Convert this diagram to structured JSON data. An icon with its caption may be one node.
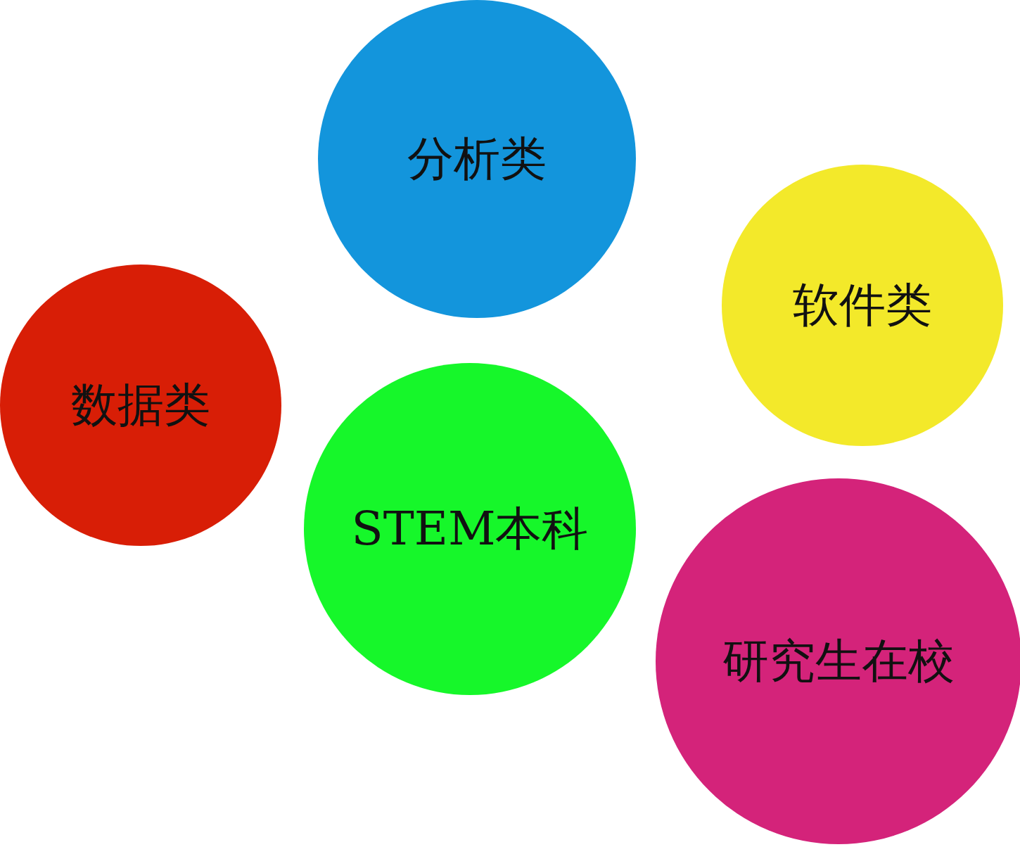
{
  "diagram": {
    "nodes": [
      {
        "text": [
          "分析类"
        ]
      },
      {
        "text": [
          "软件类"
        ]
      },
      {
        "text": [
          "数据类"
        ]
      },
      {
        "text": [
          "STEM本科"
        ]
      },
      {
        "text": [
          "研究生在校"
        ]
      }
    ]
  }
}
